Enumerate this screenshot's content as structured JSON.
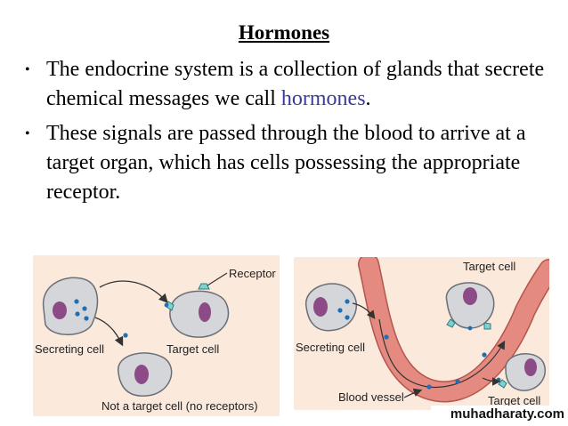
{
  "slide": {
    "title": "Hormones",
    "bullet1_text": "The endocrine system is a collection of glands that secrete chemical messages we call ",
    "bullet1_highlight": "hormones",
    "bullet1_end": ".",
    "bullet2_text": "These signals are passed through the blood to arrive at a target organ, which has cells possessing the appropriate receptor.",
    "bullet_symbol": "•",
    "highlight_color": "#3a3a9a"
  },
  "diagram_left": {
    "receptor_label": "Receptor",
    "secreting_label": "Secreting cell",
    "target_label": "Target cell",
    "non_target_label": "Not a target cell (no receptors)"
  },
  "diagram_right": {
    "target_label_top": "Target cell",
    "secreting_label": "Secreting cell",
    "blood_vessel_label": "Blood vessel",
    "target_label_bottom": "Target cell"
  },
  "colors": {
    "panel_bg": "#fbe9dc",
    "cell_fill": "#d4d6da",
    "nucleus": "#8c4a86",
    "hormone_dot": "#1f6fb4",
    "vessel": "#e48a80"
  },
  "watermark": "muhadharaty.com"
}
